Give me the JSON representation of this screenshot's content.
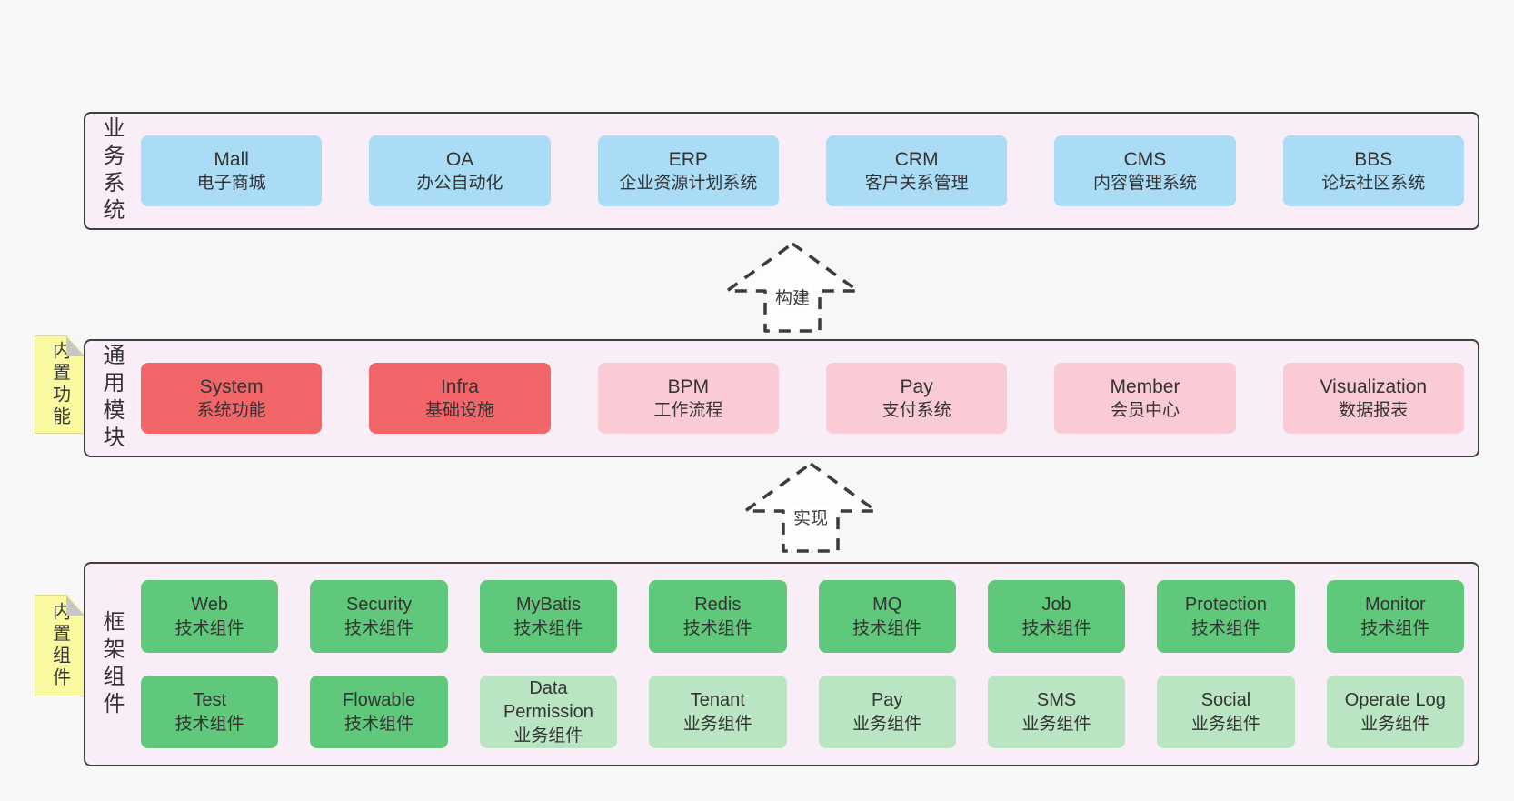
{
  "colors": {
    "page_background": "#f7f7f7",
    "section_background": "#f9edf7",
    "section_border": "#3f3f3f",
    "blue_box": "#abdcf6",
    "red_box": "#f2666a",
    "pink_box": "#facad5",
    "green_box": "#5fc87b",
    "light_green_box": "#b9e5c3",
    "sticky_yellow": "#fbf9a0",
    "text": "#333333"
  },
  "arrows": {
    "build": "构建",
    "implement": "实现"
  },
  "business": {
    "label": "业务系统",
    "boxes": [
      {
        "name": "Mall",
        "desc": "电子商城",
        "variant": "blue"
      },
      {
        "name": "OA",
        "desc": "办公自动化",
        "variant": "blue"
      },
      {
        "name": "ERP",
        "desc": "企业资源计划系统",
        "variant": "blue"
      },
      {
        "name": "CRM",
        "desc": "客户关系管理",
        "variant": "blue"
      },
      {
        "name": "CMS",
        "desc": "内容管理系统",
        "variant": "blue"
      },
      {
        "name": "BBS",
        "desc": "论坛社区系统",
        "variant": "blue"
      }
    ]
  },
  "modules": {
    "label": "通用模块",
    "sticky": "内置功能",
    "boxes": [
      {
        "name": "System",
        "desc": "系统功能",
        "variant": "red"
      },
      {
        "name": "Infra",
        "desc": "基础设施",
        "variant": "red"
      },
      {
        "name": "BPM",
        "desc": "工作流程",
        "variant": "pink"
      },
      {
        "name": "Pay",
        "desc": "支付系统",
        "variant": "pink"
      },
      {
        "name": "Member",
        "desc": "会员中心",
        "variant": "pink"
      },
      {
        "name": "Visualization",
        "desc": "数据报表",
        "variant": "pink"
      }
    ]
  },
  "framework": {
    "label": "框架组件",
    "sticky": "内置组件",
    "row1": [
      {
        "name": "Web",
        "desc": "技术组件",
        "variant": "green"
      },
      {
        "name": "Security",
        "desc": "技术组件",
        "variant": "green"
      },
      {
        "name": "MyBatis",
        "desc": "技术组件",
        "variant": "green"
      },
      {
        "name": "Redis",
        "desc": "技术组件",
        "variant": "green"
      },
      {
        "name": "MQ",
        "desc": "技术组件",
        "variant": "green"
      },
      {
        "name": "Job",
        "desc": "技术组件",
        "variant": "green"
      },
      {
        "name": "Protection",
        "desc": "技术组件",
        "variant": "green"
      },
      {
        "name": "Monitor",
        "desc": "技术组件",
        "variant": "green"
      }
    ],
    "row2": [
      {
        "name": "Test",
        "desc": "技术组件",
        "variant": "green"
      },
      {
        "name": "Flowable",
        "desc": "技术组件",
        "variant": "green"
      },
      {
        "name": "Data Permission",
        "desc": "业务组件",
        "variant": "lightgreen"
      },
      {
        "name": "Tenant",
        "desc": "业务组件",
        "variant": "lightgreen"
      },
      {
        "name": "Pay",
        "desc": "业务组件",
        "variant": "lightgreen"
      },
      {
        "name": "SMS",
        "desc": "业务组件",
        "variant": "lightgreen"
      },
      {
        "name": "Social",
        "desc": "业务组件",
        "variant": "lightgreen"
      },
      {
        "name": "Operate Log",
        "desc": "业务组件",
        "variant": "lightgreen"
      }
    ]
  }
}
